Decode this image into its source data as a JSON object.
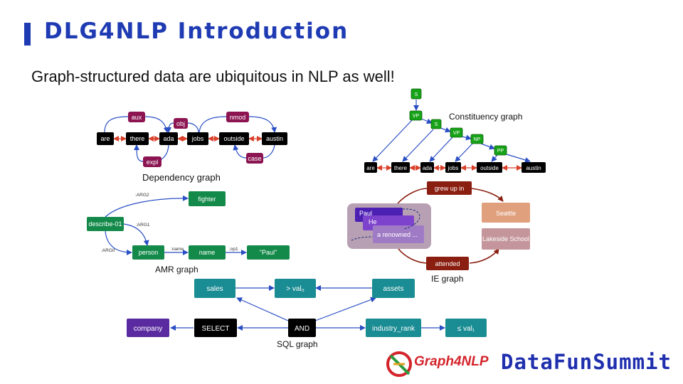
{
  "title": "DLG4NLP Introduction",
  "subtitle": "Graph-structured data are ubiquitous in NLP as well!",
  "dependency": {
    "caption": "Dependency graph",
    "words": [
      "are",
      "there",
      "ada",
      "jobs",
      "outside",
      "austin"
    ],
    "relations": [
      "aux",
      "obj",
      "nmod",
      "expl",
      "case"
    ]
  },
  "constituency": {
    "caption": "Constituency graph",
    "tags": [
      "S",
      "VP",
      "S",
      "VP",
      "NP",
      "PP"
    ],
    "words": [
      "are",
      "there",
      "ada",
      "jobs",
      "outside",
      "austin"
    ]
  },
  "amr": {
    "caption": "AMR graph",
    "nodes": [
      "describe-01",
      "fighter",
      "person",
      "name",
      "\"Paul\""
    ],
    "edges": [
      ":ARG2",
      ":ARG1",
      ":ARG0",
      ":name",
      ":op1"
    ]
  },
  "ie": {
    "caption": "IE graph",
    "mentions": [
      "Paul",
      "He",
      "a renowned ..."
    ],
    "entities": [
      "Seattle",
      "Lakeside School"
    ],
    "relations": [
      "grew up in",
      "attended"
    ]
  },
  "sql": {
    "caption": "SQL graph",
    "nodes": [
      "sales",
      "> val₀",
      "assets",
      "company",
      "SELECT",
      "AND",
      "industry_rank",
      "≤ val₁"
    ]
  },
  "logo": {
    "graph4nlp": "Graph4NLP",
    "datafun": "DataFunSummit"
  },
  "colors": {
    "title": "#1f3bb3",
    "black_node": "#000000",
    "relation_node": "#8b1451",
    "tag_node": "#17a317",
    "amr_node": "#148a4a",
    "ie_relation": "#8a1e10",
    "ie_entity": "#e0a07d",
    "ie_mention": "#6a2fb0",
    "sql_node": "#1a8c93",
    "sql_company": "#5a2aa0",
    "blue_arrow": "#2a4fc4",
    "red_arrow": "#d9402a"
  }
}
